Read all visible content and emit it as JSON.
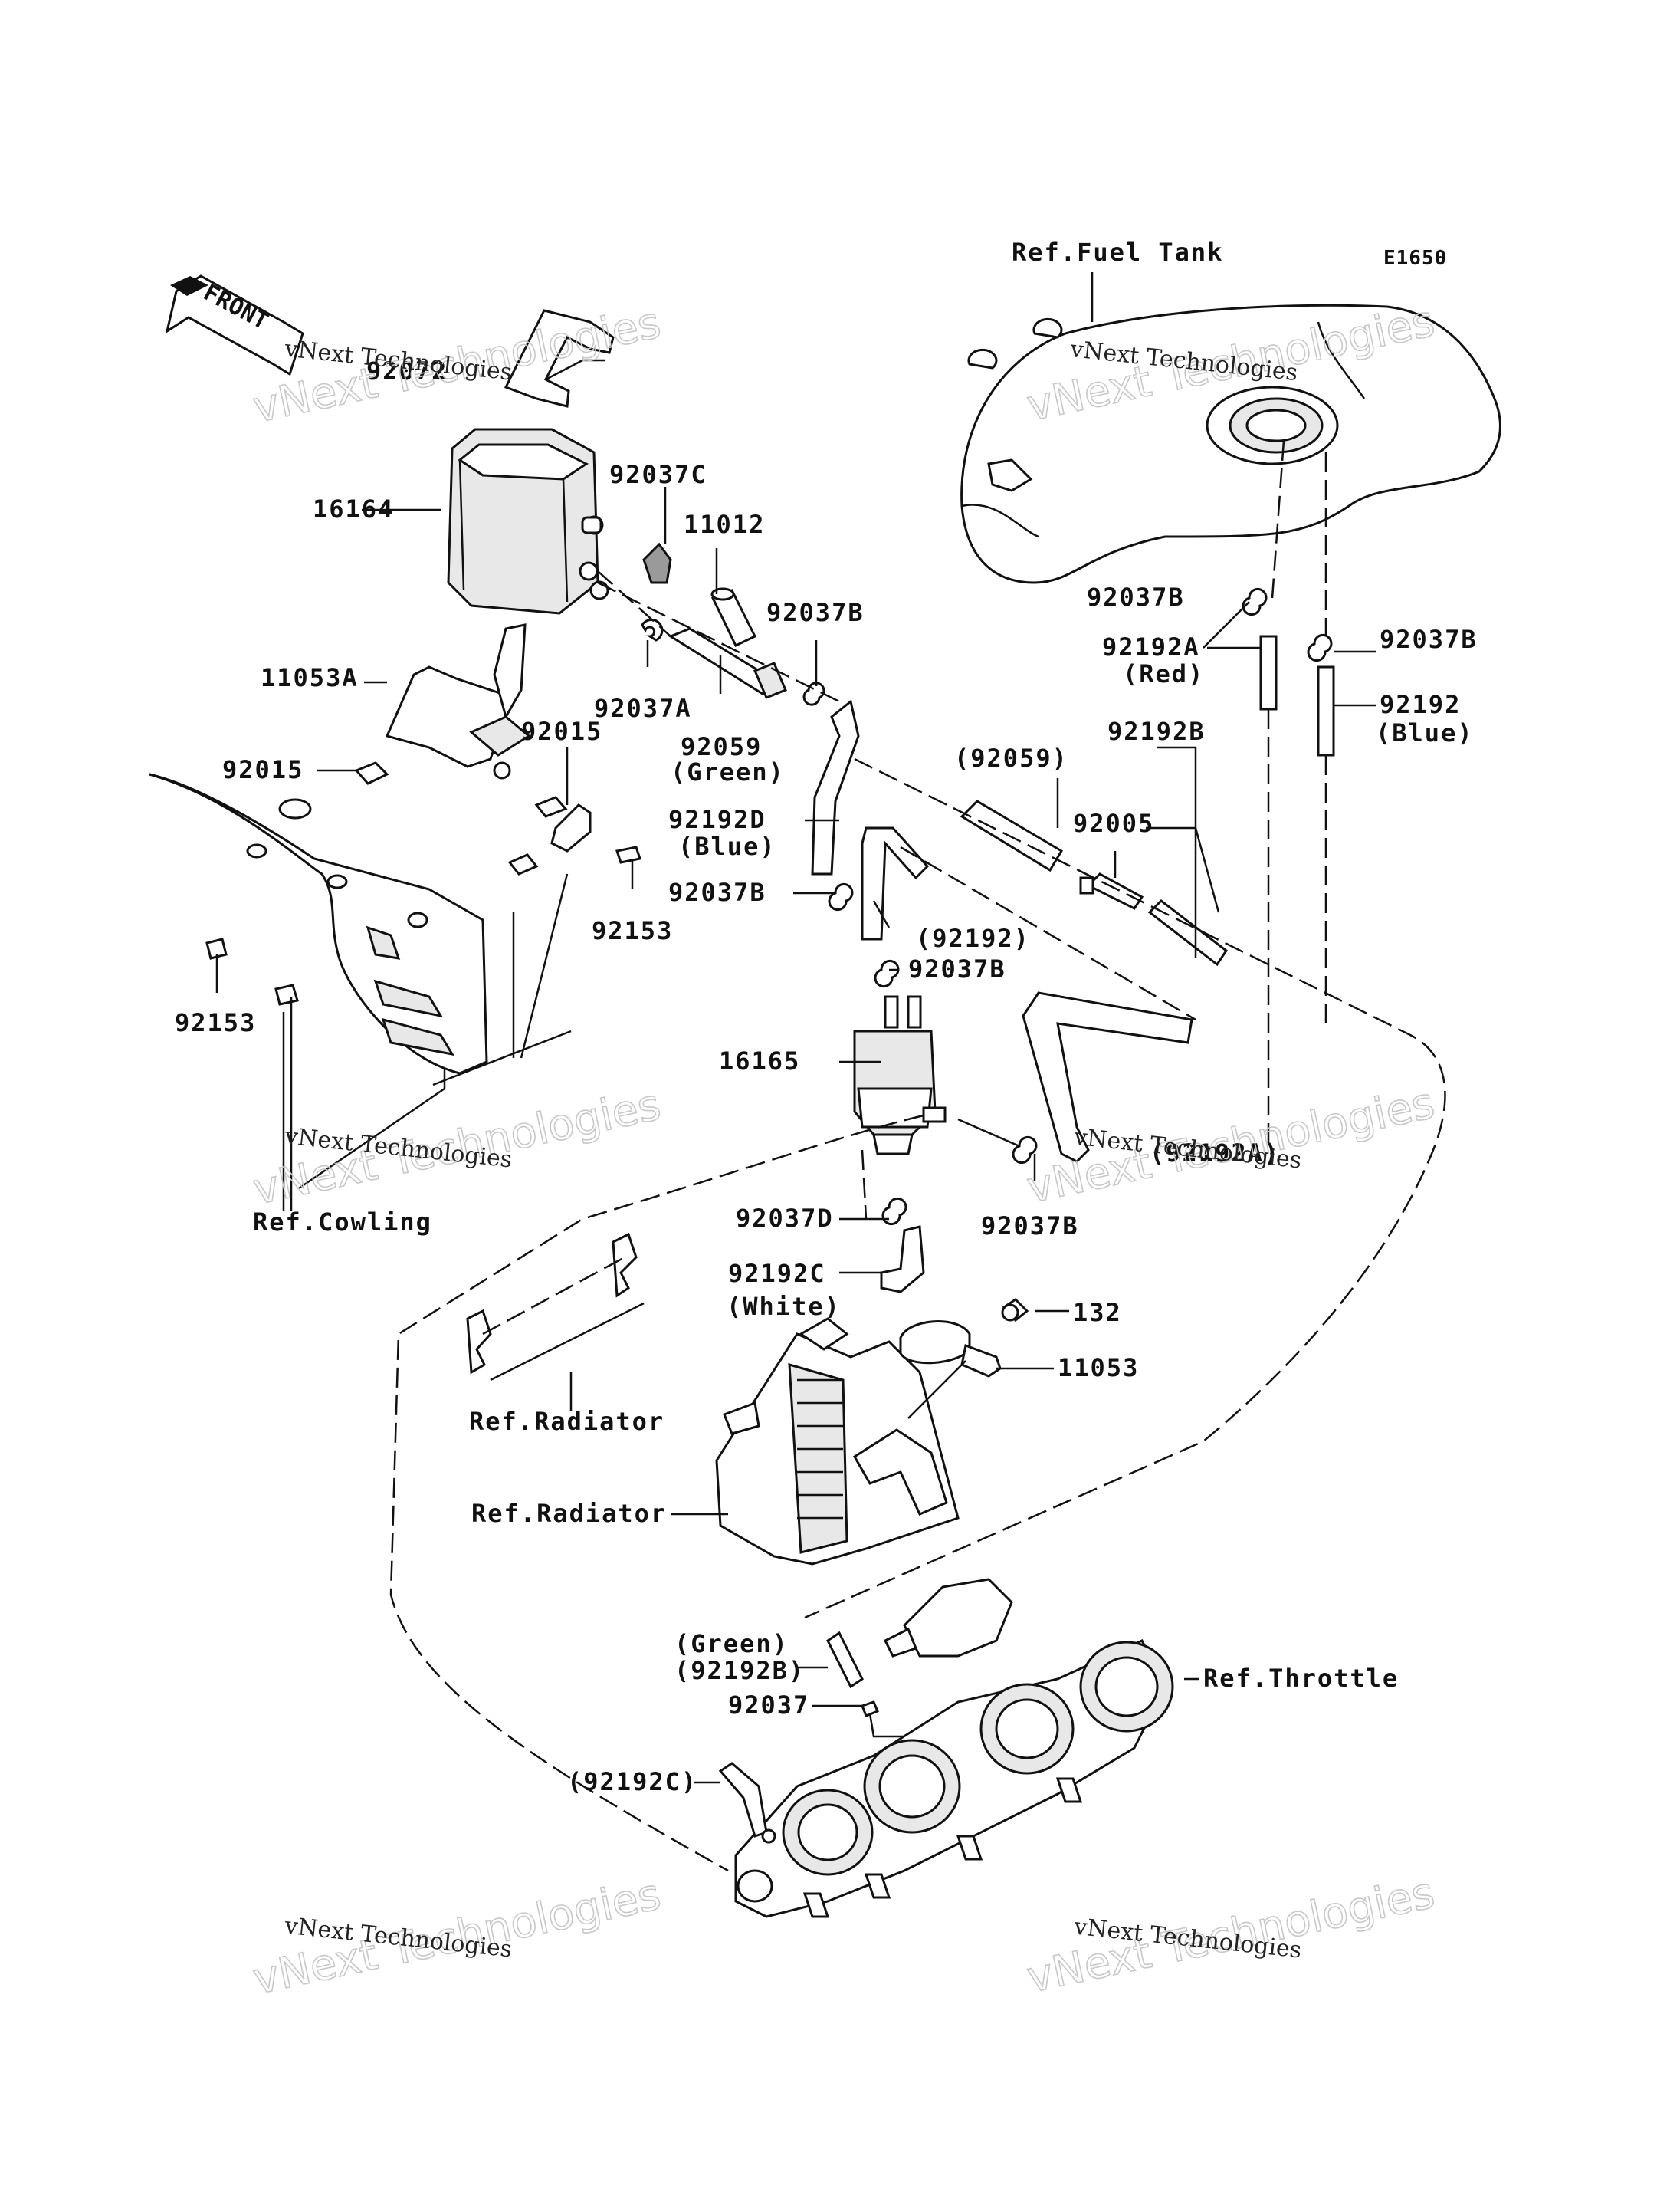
{
  "diagram_code": "E1650",
  "front_label": "FRONT",
  "watermark": {
    "line1": "vNext Technologies",
    "line2": "vNext Technologies"
  },
  "labels": {
    "ref_fuel_tank": "Ref.Fuel Tank",
    "p92072": "92072",
    "p16164": "16164",
    "p92037C": "92037C",
    "p11012": "11012",
    "p92037B_a": "92037B",
    "p92037A": "92037A",
    "p92059": "92059",
    "green_1": "(Green)",
    "p11053A": "11053A",
    "p92015_a": "92015",
    "p92015_b": "92015",
    "p92153_a": "92153",
    "p92153_b": "92153",
    "p92192D": "92192D",
    "blue_1": "(Blue)",
    "p92037B_b": "92037B",
    "p92192_paren": "(92192)",
    "p92037B_c": "92037B",
    "p16165": "16165",
    "p92059_paren": "(92059)",
    "p92005": "92005",
    "p92192B": "92192B",
    "p92037B_tank": "92037B",
    "p92192A": "92192A",
    "red": "(Red)",
    "p92037B_right": "92037B",
    "p92192": "92192",
    "blue_2": "(Blue)",
    "p92192A_paren": "(92192A)",
    "p92037B_d": "92037B",
    "p92037D": "92037D",
    "p92192C": "92192C",
    "white": "(White)",
    "ref_cowling": "Ref.Cowling",
    "p132": "132",
    "p11053": "11053",
    "ref_radiator_1": "Ref.Radiator",
    "ref_radiator_2": "Ref.Radiator",
    "green_2": "(Green)",
    "p92192B_paren": "(92192B)",
    "p92037": "92037",
    "ref_throttle": "Ref.Throttle",
    "p92192C_paren": "(92192C)"
  }
}
